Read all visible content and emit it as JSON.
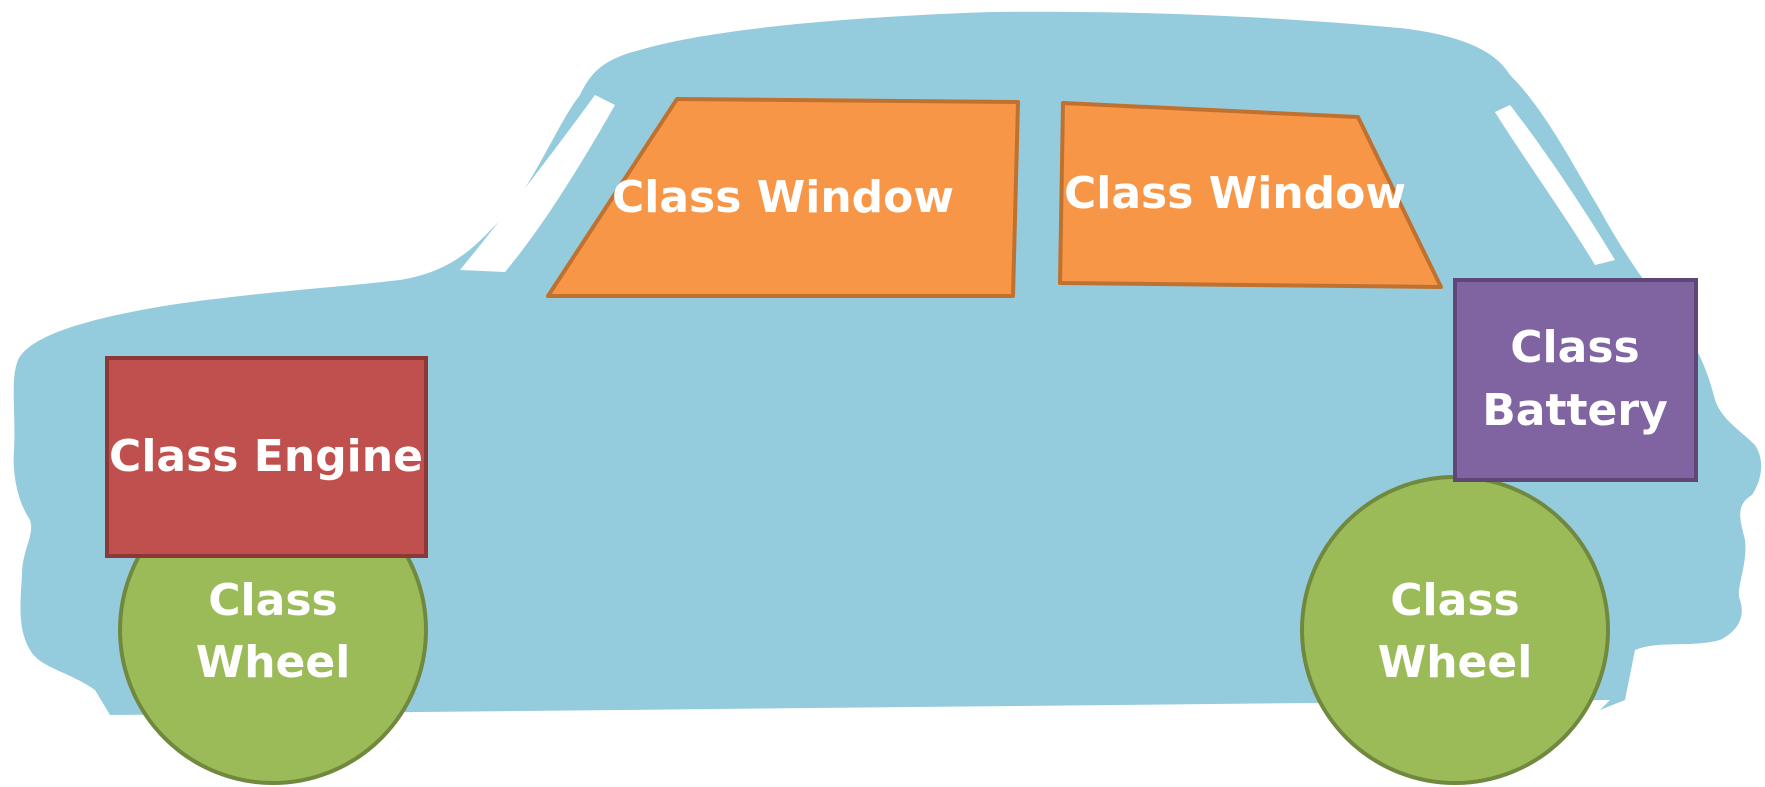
{
  "colors": {
    "car_body": "#95CCDD",
    "car_window_glass": "#FFFFFF",
    "window_fill": "#F79646",
    "window_stroke": "#C0712F",
    "engine_fill": "#C0504D",
    "engine_stroke": "#8C3836",
    "battery_fill": "#8064A2",
    "battery_stroke": "#5C4776",
    "wheel_fill": "#9BBB59",
    "wheel_stroke": "#71893F",
    "label_text": "#FFFFFF"
  },
  "components": {
    "window_front": {
      "label": "Class Window"
    },
    "window_rear": {
      "label": "Class Window"
    },
    "engine": {
      "label": "Class Engine"
    },
    "battery": {
      "line1": "Class",
      "line2": "Battery"
    },
    "wheel_front": {
      "line1": "Class",
      "line2": "Wheel"
    },
    "wheel_rear": {
      "line1": "Class",
      "line2": "Wheel"
    }
  }
}
